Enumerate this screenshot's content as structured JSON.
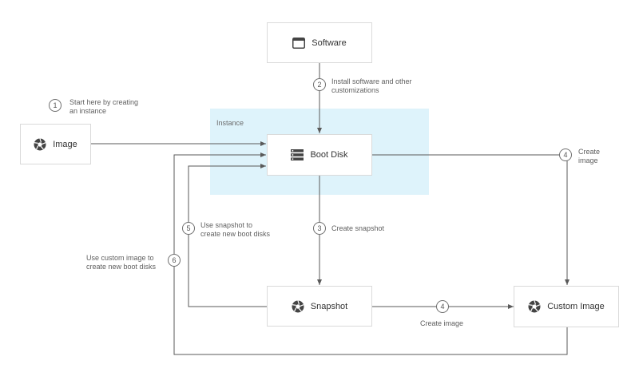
{
  "diagram": {
    "region": {
      "label": "Instance"
    },
    "nodes": {
      "software": {
        "label": "Software",
        "icon": "browser-window-icon"
      },
      "image": {
        "label": "Image",
        "icon": "camera-shutter-icon"
      },
      "boot_disk": {
        "label": "Boot Disk",
        "icon": "storage-list-icon"
      },
      "snapshot": {
        "label": "Snapshot",
        "icon": "camera-shutter-icon"
      },
      "custom_image": {
        "label": "Custom Image",
        "icon": "camera-shutter-icon"
      }
    },
    "steps": [
      {
        "number": "1",
        "text": "Start here by creating\nan instance"
      },
      {
        "number": "2",
        "text": "Install software and other\ncustomizations"
      },
      {
        "number": "3",
        "text": "Create snapshot"
      },
      {
        "number": "4",
        "text": "Create\nimage"
      },
      {
        "number": "4",
        "text": "Create image"
      },
      {
        "number": "5",
        "text": "Use snapshot to\ncreate new boot disks"
      },
      {
        "number": "6",
        "text": "Use custom image to\ncreate new boot disks"
      }
    ],
    "colors": {
      "region": "#def3fb",
      "line": "#5a5a5a",
      "box_border": "#dadada"
    }
  }
}
